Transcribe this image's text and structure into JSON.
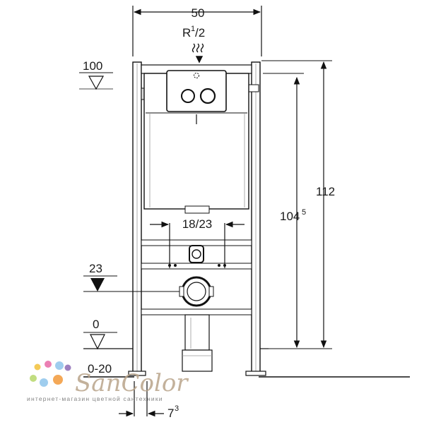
{
  "diagram": {
    "dim_width": "50",
    "supply_label_main": "R",
    "supply_label_sup": "1",
    "supply_label_sub": "/2",
    "level_top": "100",
    "dim_height_total": "112",
    "dim_height_frame_main": "104",
    "dim_height_frame_sup": "5",
    "dim_flush_spacing": "18/23",
    "level_drain": "23",
    "level_floor": "0",
    "level_range": "0-20",
    "dim_foot_main": "7",
    "dim_foot_sup": "3"
  },
  "brand": {
    "logo_text": "SanColor",
    "tagline": "интернет-магазин цветной сантехники",
    "dot_colors": [
      "#f3c13a",
      "#e86aa6",
      "#8fc5ec",
      "#b7d86a",
      "#f39a3a",
      "#8d6ab5"
    ]
  }
}
